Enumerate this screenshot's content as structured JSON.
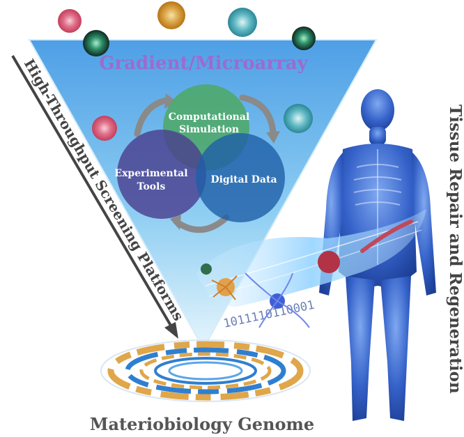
{
  "title": "Gradient/Microarray",
  "venn": {
    "top": [
      "Computational",
      "Simulation"
    ],
    "left": [
      "Experimental",
      "Tools"
    ],
    "right": "Digital Data"
  },
  "left_side_label": "High-Throughput Screening Platforms",
  "right_side_label": "Tissue Repair and Regeneration",
  "bottom_label": "Materiobiology Genome",
  "binary_text": "1011110110001",
  "colors": {
    "title": "#9a6ccf",
    "triangle_top": "#5aa6e8",
    "triangle_bottom": "#dff1fb",
    "venn_green": "#4fa86b",
    "venn_purple": "#4b3f8f",
    "venn_blue": "#1f5fa8",
    "body_blue": "#2f5fc8",
    "side_text": "#444444",
    "ring_orange": "#e0a64a",
    "ring_blue": "#2f7fd0"
  }
}
